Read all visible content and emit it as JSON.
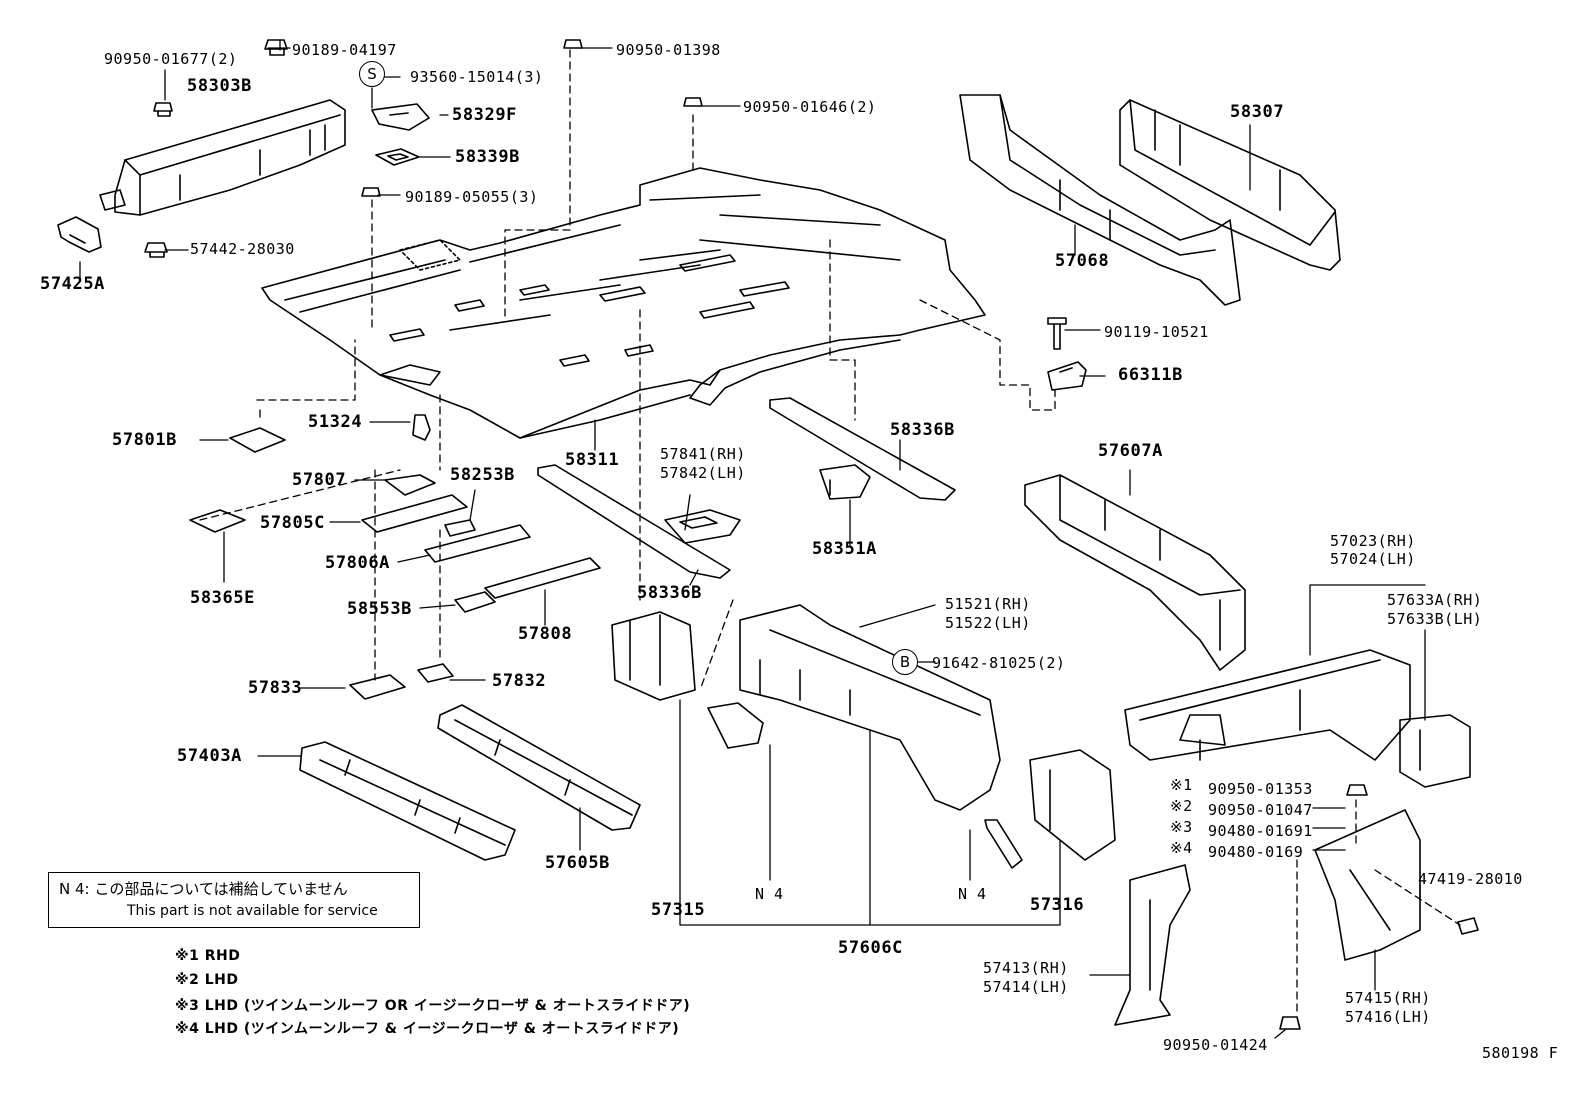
{
  "callouts": {
    "p90950_01677": "90950-01677(2)",
    "p90189_04197": "90189-04197",
    "p93560_15014": "93560-15014(3)",
    "p90950_01398": "90950-01398",
    "p58303B": "58303B",
    "p58329F": "58329F",
    "p58339B": "58339B",
    "p90950_01646": "90950-01646(2)",
    "p90189_05055": "90189-05055(3)",
    "p57442_28030": "57442-28030",
    "p57425A": "57425A",
    "p58307": "58307",
    "p57068": "57068",
    "p90119_10521": "90119-10521",
    "p66311B": "66311B",
    "p57801B": "57801B",
    "p51324": "51324",
    "p58311": "58311",
    "p57841": "57841(RH)",
    "p57842": "57842(LH)",
    "p58336B_a": "58336B",
    "p58336B_b": "58336B",
    "p58351A": "58351A",
    "p57607A": "57607A",
    "p57807": "57807",
    "p58253B": "58253B",
    "p57805C": "57805C",
    "p58365E": "58365E",
    "p57806A": "57806A",
    "p58553B": "58553B",
    "p57808": "57808",
    "p51521": "51521(RH)",
    "p51522": "51522(LH)",
    "p91642_81025": "91642-81025(2)",
    "p57023": "57023(RH)",
    "p57024": "57024(LH)",
    "p57633A": "57633A(RH)",
    "p57633B": "57633B(LH)",
    "p57833": "57833",
    "p57832": "57832",
    "p57403A": "57403A",
    "p57605B": "57605B",
    "p57315": "57315",
    "p57316": "57316",
    "p57606C": "57606C",
    "n4_left": "N 4",
    "n4_right": "N 4",
    "p90950_01353": "90950-01353",
    "p90950_01047": "90950-01047",
    "p90480_01691": "90480-01691",
    "p90480_01690": "90480-0169",
    "p47419_28010": "47419-28010",
    "p57413": "57413(RH)",
    "p57414": "57414(LH)",
    "p57415": "57415(RH)",
    "p57416": "57416(LH)",
    "p90950_01424": "90950-01424",
    "mark1": "※1",
    "mark2": "※2",
    "mark3": "※3",
    "mark4": "※4",
    "sym_S": "S",
    "sym_B": "B"
  },
  "note_box": {
    "line1": "N 4:  この部品については補給していません",
    "line2": "This part is not available for service"
  },
  "footnotes": [
    "※1  RHD",
    "※2  LHD",
    "※3  LHD (ツインムーンルーフ  OR  イージークローザ  &  オートスライドドア)",
    "※4  LHD (ツインムーンルーフ  &  イージークローザ  &  オートスライドドア)"
  ],
  "figure_id": "580198 F"
}
